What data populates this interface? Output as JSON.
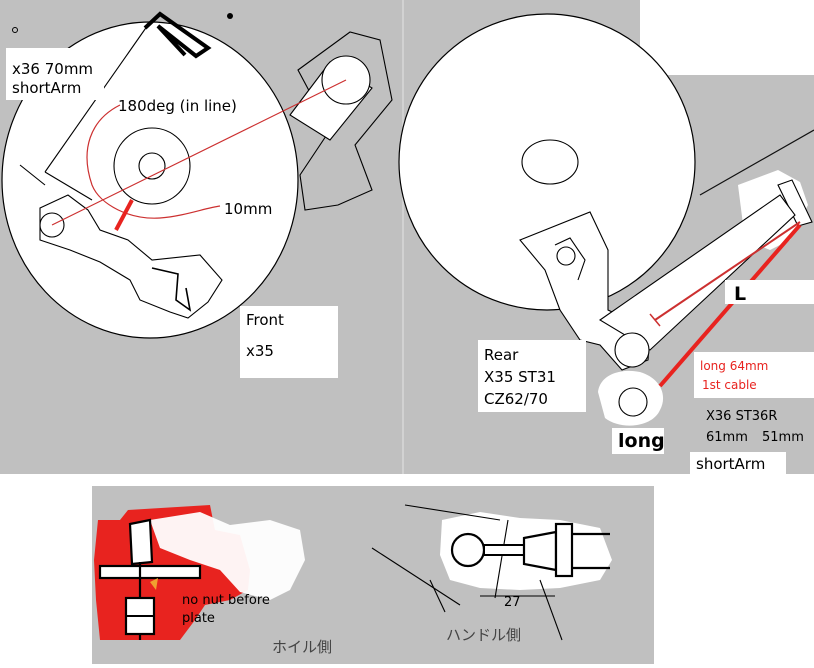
{
  "colors": {
    "panel_gray": "#c0c0c0",
    "line_red": "#e8231f",
    "thin_red": "#cc3030",
    "ink": "#000000",
    "white": "#ffffff"
  },
  "front_panel": {
    "label_x36": "x36 70mm",
    "label_short_arm": "shortArm",
    "label_180": "180deg (in line)",
    "label_10mm": "10mm",
    "label_front": "Front",
    "label_x35": "x35"
  },
  "rear_panel": {
    "label_L": "L",
    "label_rear": "Rear",
    "label_x35_st31": "X35 ST31",
    "label_cz": "CZ62/70",
    "label_long64": "long 64mm",
    "label_1st_cable": "1st cable",
    "label_x36_st36r": "X36 ST36R",
    "label_61": "61mm",
    "label_51": "51mm",
    "label_long": "long",
    "label_short_arm": "shortArm"
  },
  "bottom_left": {
    "label_no_nut": "no nut before",
    "label_plate": "plate",
    "label_jp": "ホイル側"
  },
  "bottom_right": {
    "label_27": "27",
    "label_jp": "ハンドル側"
  }
}
